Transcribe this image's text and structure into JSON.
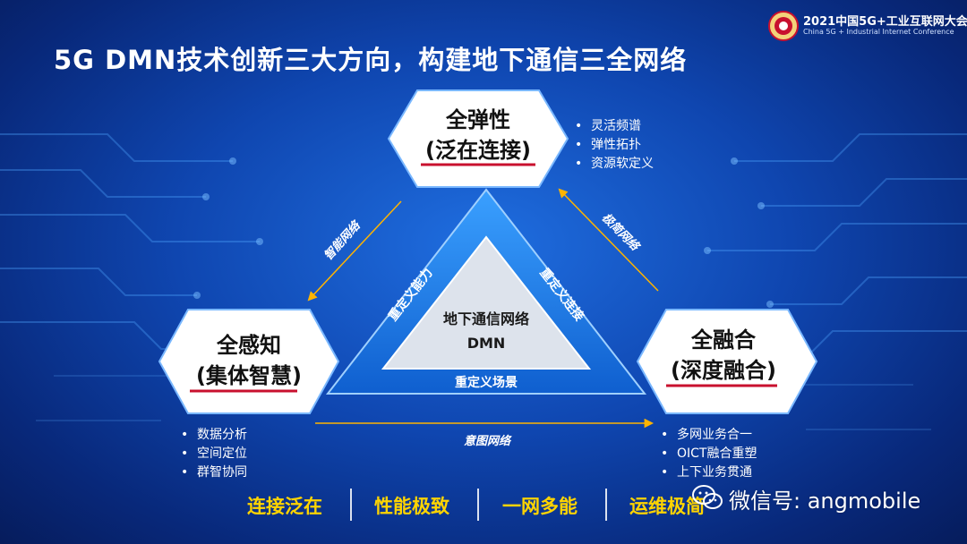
{
  "header": {
    "conference_cn": "2021中国5G+工业互联网大会",
    "conference_en": "China 5G + Industrial Internet Conference",
    "logo_icon": "conference-logo-icon"
  },
  "title": "5G DMN技术创新三大方向，构建地下通信三全网络",
  "nodes": {
    "top": {
      "line1": "全弹性",
      "line2": "(泛在连接)"
    },
    "left": {
      "line1": "全感知",
      "line2": "(集体智慧)"
    },
    "right": {
      "line1": "全融合",
      "line2": "(深度融合)"
    }
  },
  "center": {
    "line1": "地下通信网络",
    "line2": "DMN",
    "left_side": "重定义能力",
    "right_side": "重定义连接",
    "bottom_side": "重定义场景"
  },
  "arrows": {
    "left": "智能网络",
    "right": "极简网络",
    "bottom": "意图网络"
  },
  "bullets": {
    "top": [
      "灵活频谱",
      "弹性拓扑",
      "资源软定义"
    ],
    "left": [
      "数据分析",
      "空间定位",
      "群智协同"
    ],
    "right": [
      "多网业务合一",
      "OICT融合重塑",
      "上下业务贯通"
    ]
  },
  "bottom_bar": [
    "连接泛在",
    "性能极致",
    "一网多能",
    "运维极简"
  ],
  "watermark": "微信号: angmobile",
  "colors": {
    "accent_yellow": "#ffd400",
    "underline_red": "#c8102e",
    "triangle_blue": "#1a78e0",
    "center_gray": "#dde3ec"
  }
}
